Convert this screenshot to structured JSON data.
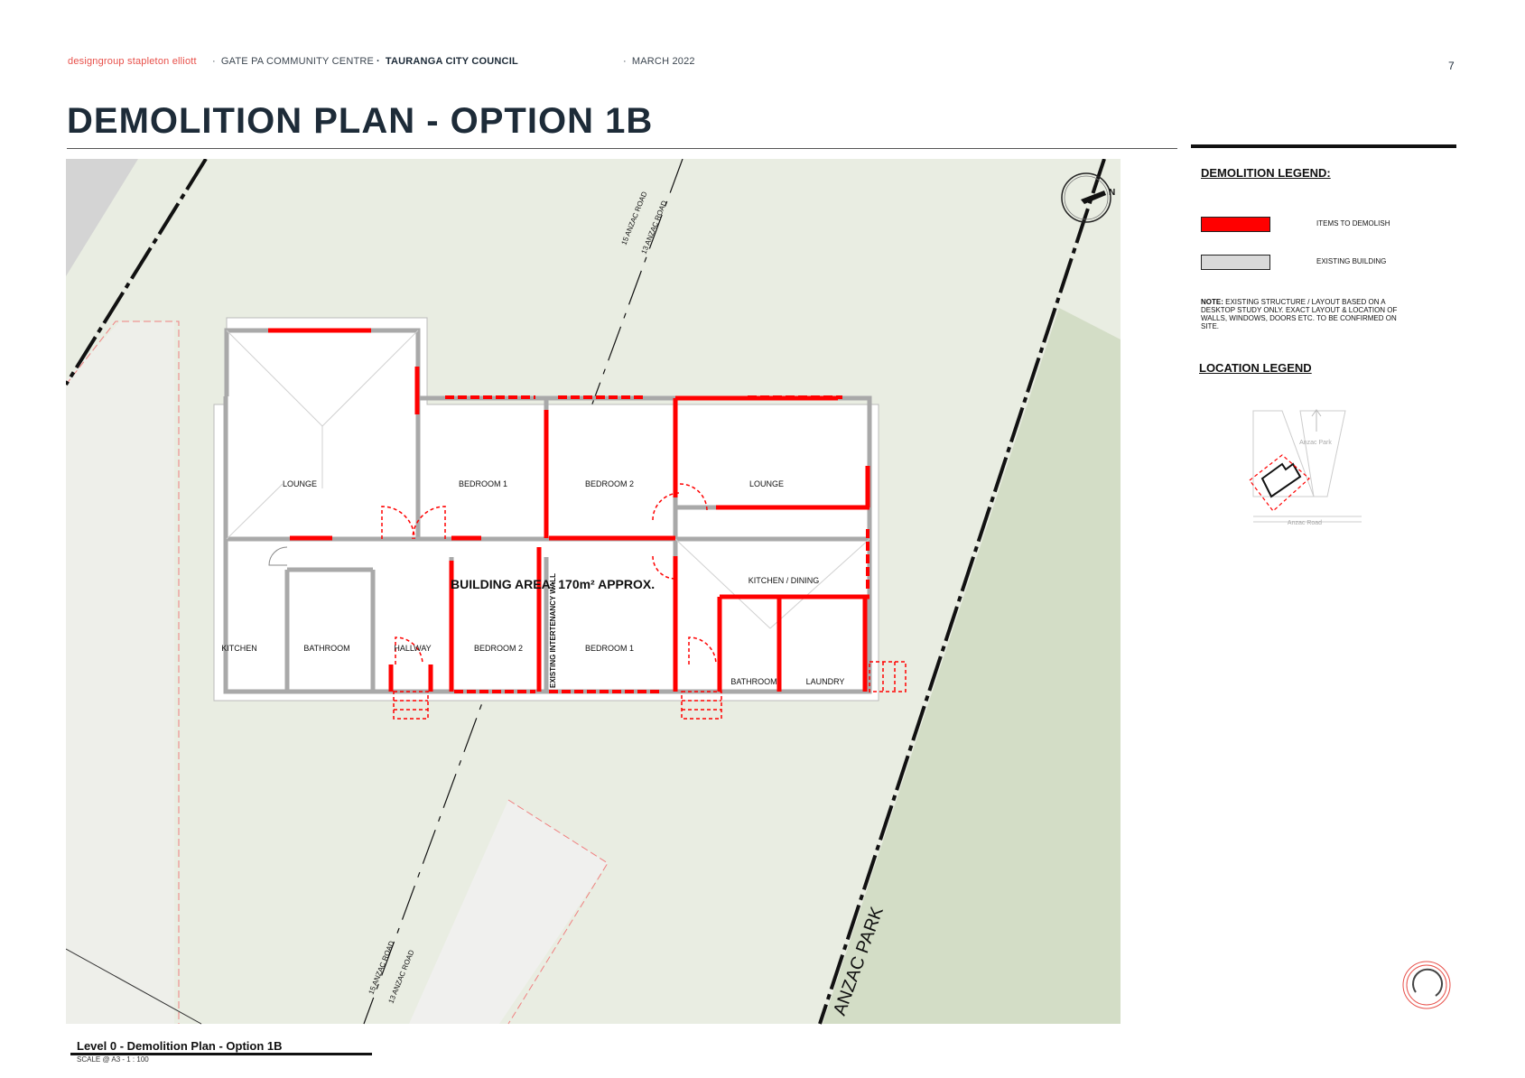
{
  "header": {
    "firm": "designgroup stapleton elliott",
    "project": "GATE PA COMMUNITY CENTRE",
    "client": "TAURANGA CITY COUNCIL",
    "date": "MARCH 2022",
    "page_number": "7"
  },
  "title": "DEMOLITION PLAN - OPTION 1B",
  "plan": {
    "rooms": {
      "lounge_left": "LOUNGE",
      "bedroom1_top": "BEDROOM 1",
      "bedroom2_top": "BEDROOM 2",
      "lounge_right": "LOUNGE",
      "kitchen": "KITCHEN",
      "bathroom_left": "BATHROOM",
      "hallway": "HALLWAY",
      "bedroom2_bottom": "BEDROOM 2",
      "bedroom1_bottom": "BEDROOM 1",
      "kitchen_dining": "KITCHEN / DINING",
      "bathroom_right": "BATHROOM",
      "laundry": "LAUNDRY"
    },
    "building_area": "BUILDING AREA: 170m² APPROX.",
    "intertenancy_wall": "EXISTING INTERTENANCY WALL",
    "road_top_a": "15 ANZAC ROAD",
    "road_top_b": "13 ANZAC ROAD",
    "road_bottom_a": "15 ANZAC ROAD",
    "road_bottom_b": "13 ANZAC ROAD",
    "park": "ANZAC PARK",
    "north": "N"
  },
  "legend": {
    "demolition_heading": "DEMOLITION LEGEND:",
    "items_to_demolish": "ITEMS TO DEMOLISH",
    "existing_building": "EXISTING BUILDING",
    "note_label": "NOTE:",
    "note_text": " EXISTING STRUCTURE / LAYOUT BASED ON A DESKTOP STUDY ONLY. EXACT LAYOUT & LOCATION OF WALLS, WINDOWS, DOORS ETC. TO BE CONFIRMED ON SITE.",
    "location_heading": "LOCATION LEGEND",
    "location_park": "Anzac Park",
    "location_road": "Anzac Road"
  },
  "caption": {
    "view_name": "Level 0 - Demolition Plan - Option 1B",
    "scale": "SCALE @ A3 - 1 : 100"
  },
  "colors": {
    "demolish_red": "#ff0000",
    "existing_grey": "#d9d9d9",
    "site_green": "#e8ece0",
    "park_green": "#d2dcc4",
    "title_navy": "#1d2b38",
    "brand_coral": "#e8504a"
  }
}
